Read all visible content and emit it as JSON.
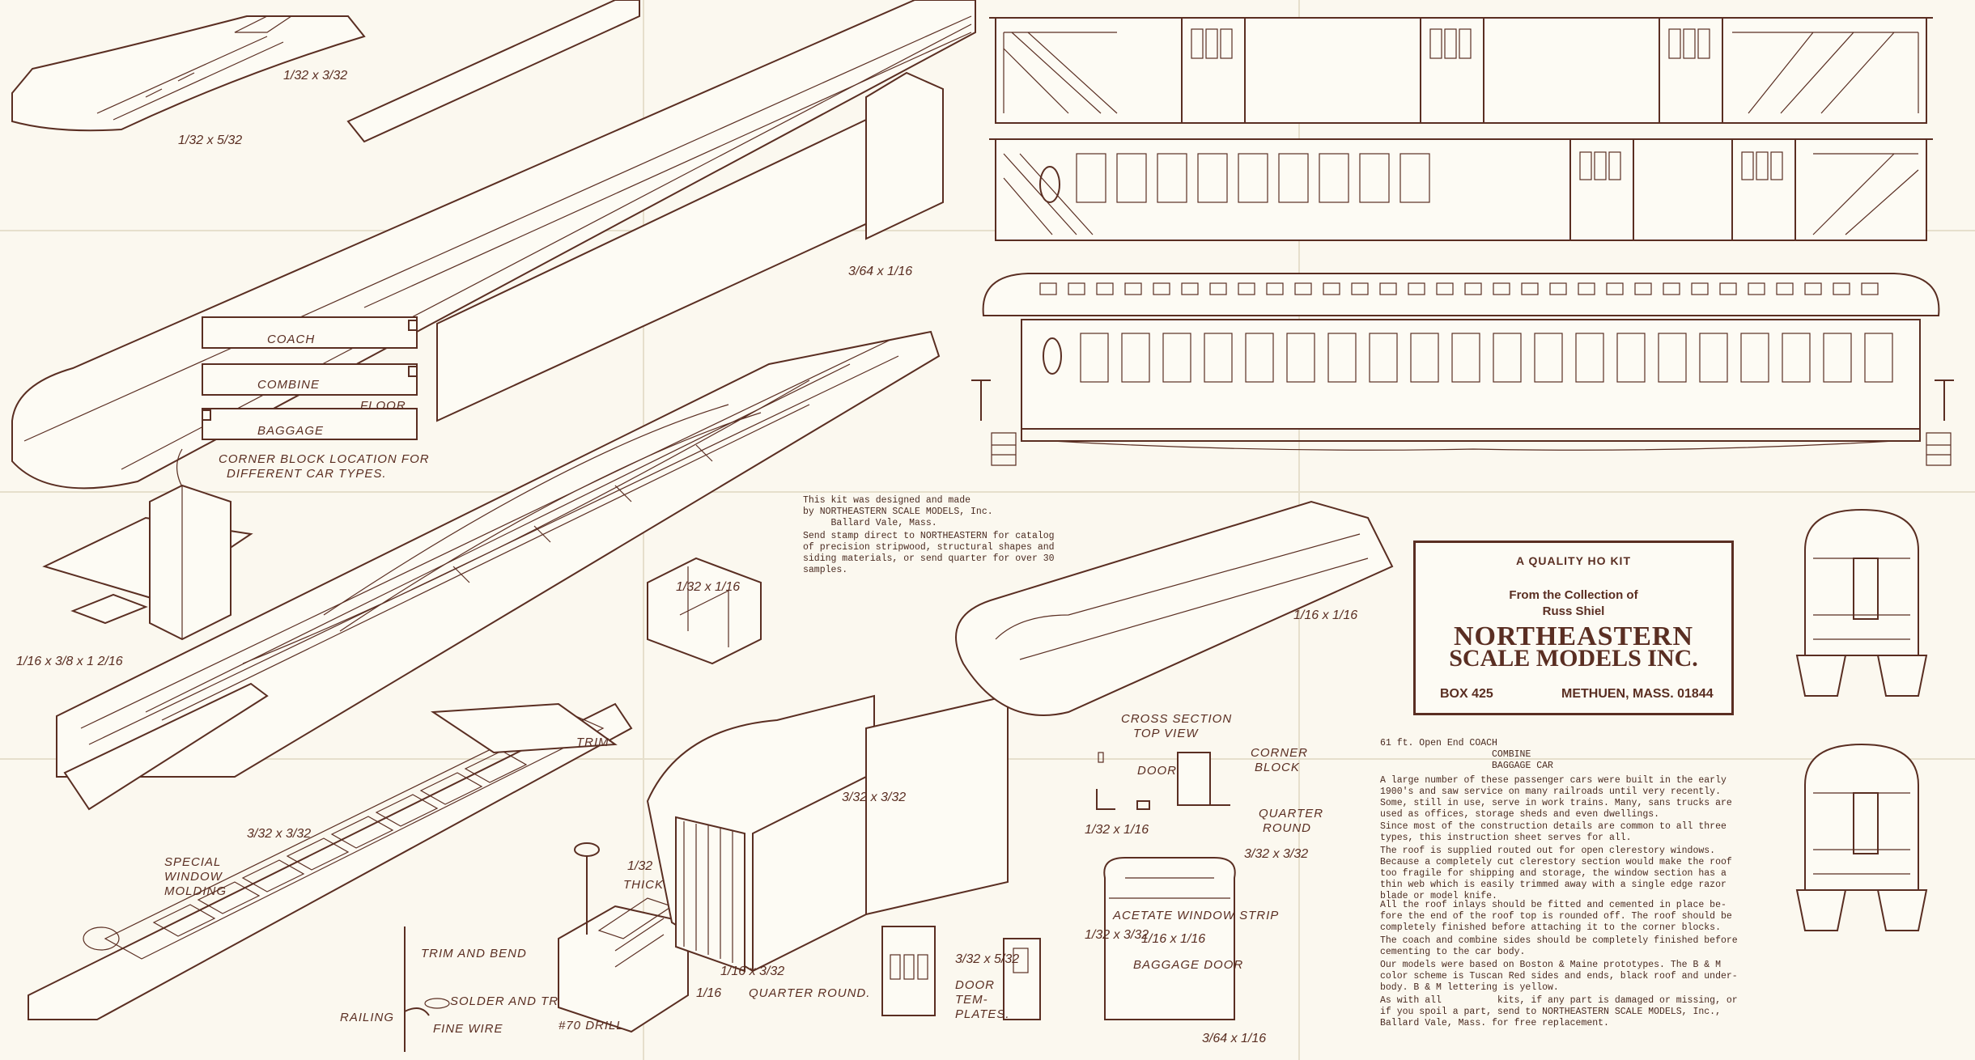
{
  "labels": {
    "coach": "COACH",
    "combine": "COMBINE",
    "baggage": "BAGGAGE",
    "floor": "FLOOR",
    "corner_block_note": "CORNER BLOCK LOCATION FOR",
    "corner_block_note2": "DIFFERENT CAR TYPES.",
    "trim": "TRIM",
    "special_window": "SPECIAL",
    "special_window2": "WINDOW",
    "special_window3": "MOLDING",
    "trim_and_bend": "TRIM AND BEND",
    "solder_and_trim": "SOLDER AND TRIM",
    "railing": "RAILING",
    "fine_wire": "FINE WIRE",
    "drill": "#70 DRILL",
    "thick": "THICK",
    "quarter_round": "QUARTER  ROUND.",
    "door_templates": "DOOR",
    "door_templates2": "TEM-",
    "door_templates3": "PLATES.",
    "cross_section": "CROSS SECTION",
    "top_view": "TOP VIEW",
    "door": "DOOR",
    "corner_block": "CORNER",
    "corner_block2": "BLOCK",
    "quarter_round2": "QUARTER",
    "round": "ROUND",
    "acetate_strip": "ACETATE WINDOW STRIP",
    "baggage_door": "BAGGAGE DOOR"
  },
  "dims": {
    "d1": "1/32 x 3/32",
    "d2": "1/32 x 5/32",
    "d3": "3/64 x 1/16",
    "d4": "1/16 x 3/8 x 1 2/16",
    "d5": "3/32 x 3/32",
    "d6": "1/32 x 1/16",
    "d7": "1/16 x 1/16",
    "d8": "3/32 x 3/32",
    "d9": "1/32",
    "d10": "1/16 x 3/32",
    "d11": "1/16",
    "d12": "3/32 x 5/32",
    "d13": "1/32 x 1/16",
    "d14": "3/32 x 3/32",
    "d15": "1/16 x 1/16",
    "d16": "3/64 x 1/16",
    "d17": "1/32 x 3/32"
  },
  "kit_note": {
    "line1": "This kit was designed and made\nby NORTHEASTERN SCALE MODELS, Inc.\n     Ballard Vale, Mass.",
    "line2": "Send stamp direct to NORTHEASTERN for catalog\nof precision stripwood, structural shapes and\nsiding materials, or send quarter for over 30\nsamples."
  },
  "box": {
    "quality": "A QUALITY HO KIT",
    "collection1": "From the Collection of",
    "collection2": "Russ Shiel",
    "brand1": "NORTHEASTERN",
    "brand2": "SCALE MODELS INC.",
    "box_no": "BOX 425",
    "city": "METHUEN, MASS. 01844"
  },
  "instructions": {
    "title": "61 ft. Open End COACH\n                    COMBINE\n                    BAGGAGE CAR",
    "p1": "A large number of these passenger cars were built in the early\n1900's and saw service on many railroads until very recently.\nSome, still in use, serve in work trains. Many, sans trucks are\nused as offices, storage sheds and even dwellings.",
    "p2": "Since most of the construction details are common to all three\ntypes, this instruction sheet serves for all.",
    "p3": "The roof is supplied routed out for open clerestory windows.\nBecause a completely cut clerestory section would make the roof\ntoo fragile for shipping and storage, the window section has a\nthin web which is easily trimmed away with a single edge razor\nblade or model knife.",
    "p4": "All the roof inlays should be fitted and cemented in place be-\nfore the end of the roof top is rounded off. The roof should be\ncompletely finished before attaching it to the corner blocks.",
    "p5": "The coach and combine sides should be completely finished before\ncementing to the car body.",
    "p6": "Our models were based on Boston & Maine prototypes. The B & M\ncolor scheme is Tuscan Red sides and ends, black roof and under-\nbody. B & M lettering is yellow.",
    "p7": "As with all          kits, if any part is damaged or missing, or\nif you spoil a part, send to NORTHEASTERN SCALE MODELS, Inc.,\nBallard Vale, Mass. for free replacement."
  }
}
